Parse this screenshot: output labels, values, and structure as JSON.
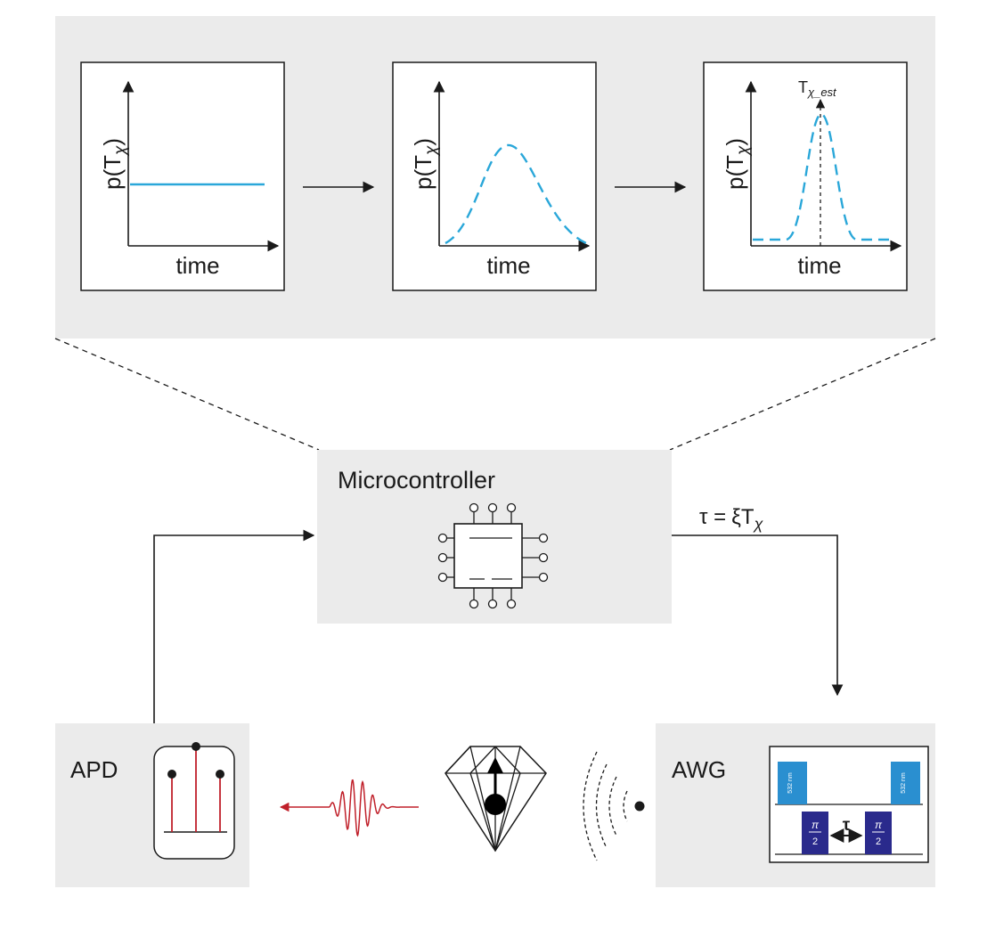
{
  "plots": [
    {
      "xlabel": "time",
      "ylabel_main": "p(T",
      "ylabel_sub": "χ",
      "ylabel_close": ")"
    },
    {
      "xlabel": "time",
      "ylabel_main": "p(T",
      "ylabel_sub": "χ",
      "ylabel_close": ")"
    },
    {
      "xlabel": "time",
      "ylabel_main": "p(T",
      "ylabel_sub": "χ",
      "ylabel_close": ")",
      "marker_main": "T",
      "marker_sub": "χ_est"
    }
  ],
  "microcontroller": {
    "label": "Microcontroller"
  },
  "feedback": {
    "tau": "τ =",
    "xi": "ξT",
    "sub": "χ"
  },
  "apd": {
    "label": "APD"
  },
  "awg": {
    "label": "AWG",
    "laser_label": "532 nm",
    "pi_num": "π",
    "pi_den": "2",
    "tau": "τ"
  },
  "colors": {
    "panel": "#ebebeb",
    "curve": "#2aa7d9",
    "photon": "#c0202a",
    "laser": "#2a8fd0",
    "mw_pulse": "#2a2a8c"
  }
}
